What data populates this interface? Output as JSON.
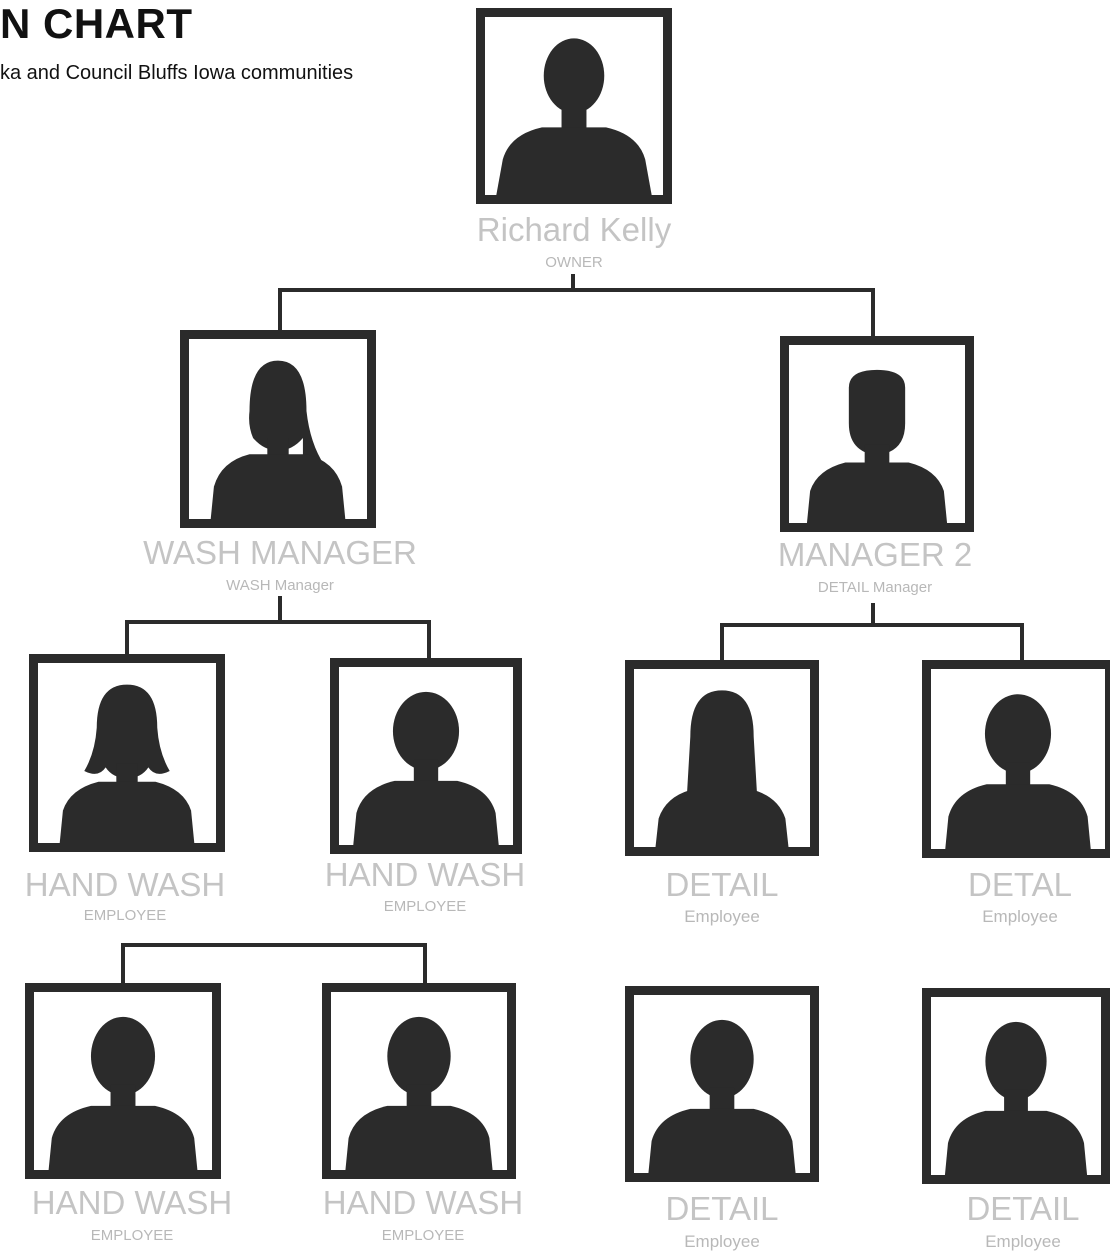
{
  "header": {
    "title": "N CHART",
    "subtitle": "ka and Council Bluffs Iowa communities"
  },
  "people": [
    {
      "id": "owner",
      "name": "Richard Kelly",
      "role": "OWNER",
      "avatar": "male-silhouette-icon"
    },
    {
      "id": "wash-manager",
      "name": "WASH MANAGER",
      "role": "WASH Manager",
      "avatar": "female-silhouette-icon"
    },
    {
      "id": "manager-2",
      "name": "MANAGER 2",
      "role": "DETAIL Manager",
      "avatar": "male-silhouette-icon"
    },
    {
      "id": "hand-wash-1",
      "name": "HAND WASH",
      "role": "EMPLOYEE",
      "avatar": "female-silhouette-icon"
    },
    {
      "id": "hand-wash-2",
      "name": "HAND WASH",
      "role": "EMPLOYEE",
      "avatar": "male-silhouette-icon"
    },
    {
      "id": "detail-1",
      "name": "DETAIL",
      "role": "Employee",
      "avatar": "female-silhouette-icon"
    },
    {
      "id": "detail-2",
      "name": "DETAL",
      "role": "Employee",
      "avatar": "male-silhouette-icon"
    },
    {
      "id": "hand-wash-3",
      "name": "HAND WASH",
      "role": "EMPLOYEE",
      "avatar": "male-silhouette-icon"
    },
    {
      "id": "hand-wash-4",
      "name": "HAND WASH",
      "role": "EMPLOYEE",
      "avatar": "male-silhouette-icon"
    },
    {
      "id": "detail-3",
      "name": "DETAIL",
      "role": "Employee",
      "avatar": "male-silhouette-icon"
    },
    {
      "id": "detail-4",
      "name": "DETAIL",
      "role": "Employee",
      "avatar": "male-silhouette-icon"
    }
  ],
  "colors": {
    "frame": "#2b2b2b",
    "silhouette": "#2b2b2b",
    "name_text": "#c4c4c4",
    "connector": "#2b2b2b"
  }
}
